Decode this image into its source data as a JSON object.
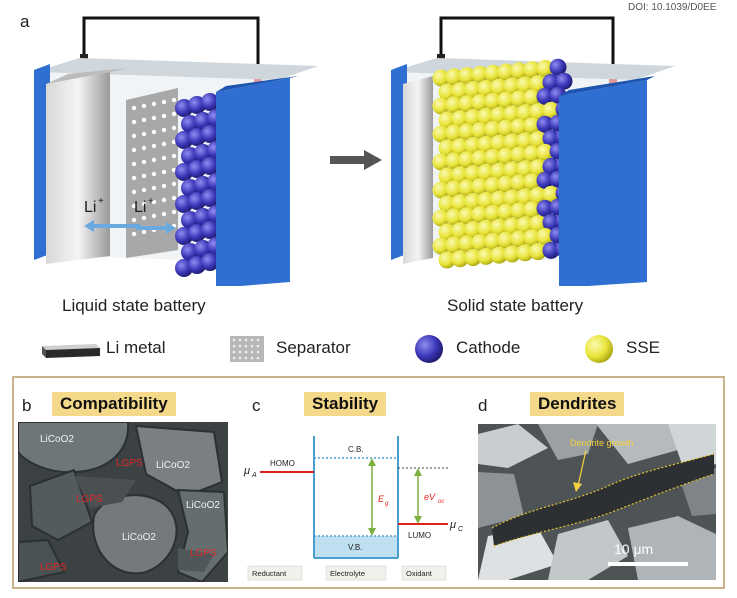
{
  "doi": "DOI: 10.1039/D0EE",
  "panel_a": {
    "letter": "a",
    "liquid_caption": "Liquid state battery",
    "solid_caption": "Solid state battery",
    "ion_label_1": "Li",
    "ion_label_2": "Li",
    "ion_superscript": "+"
  },
  "legend": [
    {
      "label": "Li metal",
      "icon": "li-metal-slab-icon"
    },
    {
      "label": "Separator",
      "icon": "separator-grid-icon"
    },
    {
      "label": "Cathode",
      "icon": "cathode-sphere-icon",
      "color": "#3a36b8"
    },
    {
      "label": "SSE",
      "icon": "sse-sphere-icon",
      "color": "#e8e43a"
    }
  ],
  "panel_b": {
    "letter": "b",
    "header": "Compatibility",
    "labels_white": [
      "LiCoO2",
      "LiCoO2",
      "LiCoO2",
      "LiCoO2"
    ],
    "labels_red": [
      "LGPS",
      "LGPS",
      "LGPS",
      "LGPS"
    ]
  },
  "panel_c": {
    "letter": "c",
    "header": "Stability",
    "homo": "HOMO",
    "lumo": "LUMO",
    "cb": "C.B.",
    "vb": "V.B.",
    "mu_a": "μ",
    "mu_a_sub": "A",
    "mu_c": "μ",
    "mu_c_sub": "C",
    "eg": "E",
    "eg_sub": "g",
    "evoc": "eV",
    "evoc_sub": "oc",
    "reductant": "Reductant",
    "electrolyte": "Electrolyte",
    "oxidant": "Oxidant"
  },
  "panel_d": {
    "letter": "d",
    "header": "Dendrites",
    "annotation": "Dendrite growth",
    "scale": "10 μm"
  },
  "colors": {
    "anode_blue": "#2f6fd1",
    "header_yellow": "#f5d98a",
    "frame_tan": "#c8b48c",
    "red_terminal": "#e0201a",
    "red_label": "#e02828",
    "cathode": "#3a36b8",
    "sse": "#e8e43a"
  }
}
